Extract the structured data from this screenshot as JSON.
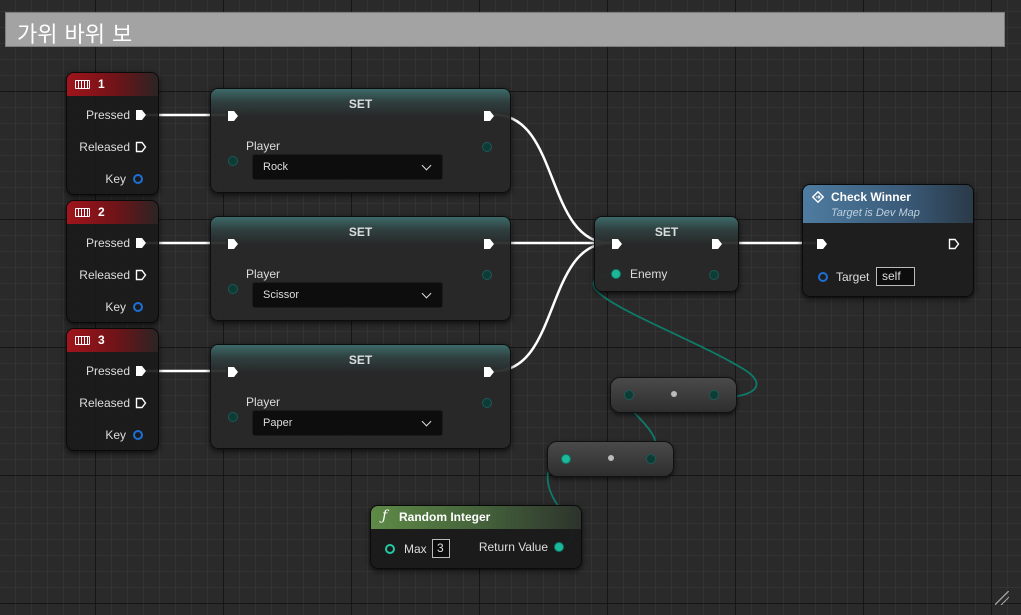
{
  "comment": {
    "title": "가위 바위 보"
  },
  "key_events": [
    {
      "key": "1",
      "pressed": "Pressed",
      "released": "Released",
      "key_label": "Key"
    },
    {
      "key": "2",
      "pressed": "Pressed",
      "released": "Released",
      "key_label": "Key"
    },
    {
      "key": "3",
      "pressed": "Pressed",
      "released": "Released",
      "key_label": "Key"
    }
  ],
  "set_player_nodes": [
    {
      "title": "SET",
      "var": "Player",
      "value": "Rock"
    },
    {
      "title": "SET",
      "var": "Player",
      "value": "Scissor"
    },
    {
      "title": "SET",
      "var": "Player",
      "value": "Paper"
    }
  ],
  "set_enemy": {
    "title": "SET",
    "var": "Enemy"
  },
  "check_winner": {
    "title": "Check Winner",
    "subtitle": "Target is Dev Map",
    "target_label": "Target",
    "target_value": "self"
  },
  "random_integer": {
    "title": "Random Integer",
    "max_label": "Max",
    "max_value": "3",
    "return_label": "Return Value",
    "icon": "function-icon"
  },
  "colors": {
    "exec_wire": "#ffffff",
    "data_wire": "#0e7a6a",
    "event_head": "#a0151b",
    "set_head": "#3d6a69",
    "function_head": "#4e7ca0",
    "pure_function_head": "#5e8a47"
  }
}
